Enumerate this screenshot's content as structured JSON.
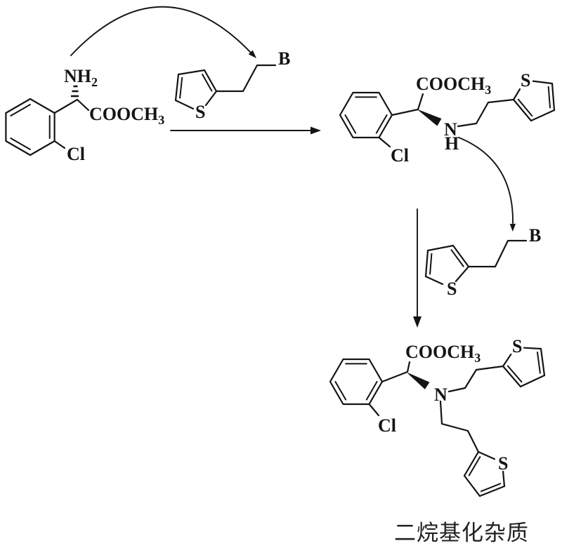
{
  "scheme": {
    "ink_color": "#141414",
    "background": "#ffffff",
    "reactant": {
      "amine": "NH",
      "amine_sub": "2",
      "ester": "COOCH",
      "ester_sub": "3",
      "chloro": "Cl"
    },
    "alkylator1": {
      "sulfur": "S",
      "leaving_group": "B"
    },
    "mono_product": {
      "ester": "COOCH",
      "ester_sub": "3",
      "chloro": "Cl",
      "nitrogen": "N",
      "nh_hydrogen": "H",
      "sulfur": "S"
    },
    "alkylator2": {
      "sulfur": "S",
      "leaving_group": "B"
    },
    "di_product": {
      "ester": "COOCH",
      "ester_sub": "3",
      "chloro": "Cl",
      "nitrogen": "N",
      "sulfur_upper": "S",
      "sulfur_lower": "S"
    },
    "caption": "二烷基化杂质"
  }
}
